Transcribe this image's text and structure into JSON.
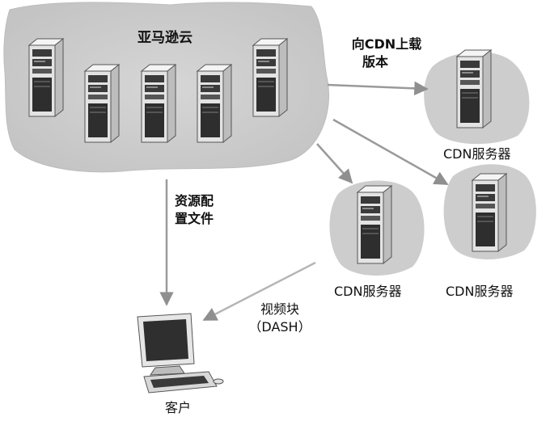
{
  "cloud": {
    "label": "亚马逊云"
  },
  "edges": {
    "upload": {
      "line1": "向CDN上载",
      "line2": "版本"
    },
    "manifest": {
      "line1": "资源配",
      "line2": "置文件"
    },
    "chunks": {
      "line1": "视频块",
      "line2": "（DASH）"
    }
  },
  "cdn_servers": [
    {
      "label": "CDN服务器"
    },
    {
      "label": "CDN服务器"
    },
    {
      "label": "CDN服务器"
    }
  ],
  "client": {
    "label": "客户"
  },
  "colors": {
    "cloud_fill": "#c9c9c9",
    "arrow": "#9a9a9a",
    "server_body": "#e6e6e6",
    "server_dark": "#3a3a3a"
  }
}
